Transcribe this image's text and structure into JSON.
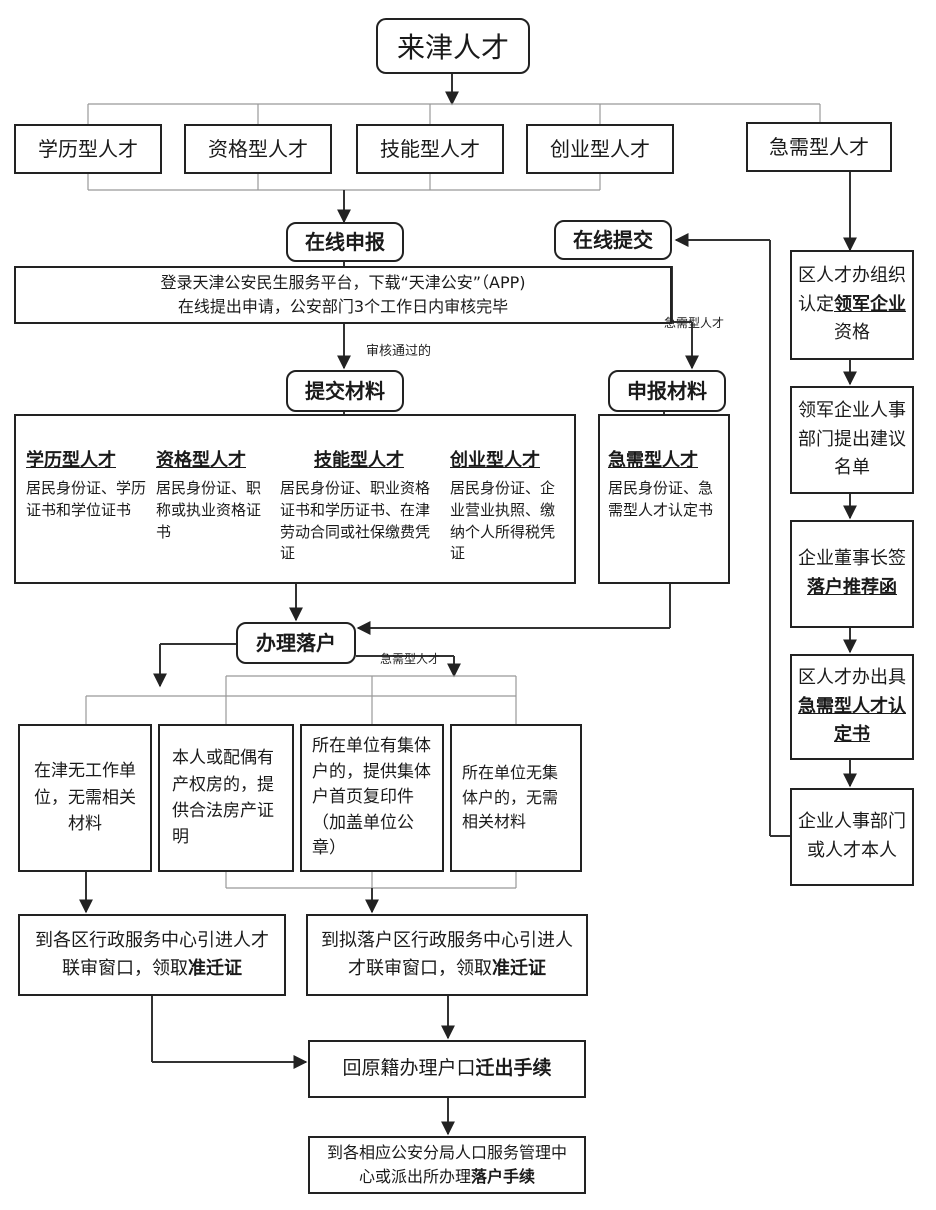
{
  "title": "来津人才",
  "categories": [
    "学历型人才",
    "资格型人才",
    "技能型人才",
    "创业型人才",
    "急需型人才"
  ],
  "online_apply": "在线申报",
  "online_submit": "在线提交",
  "login_text_1": "登录天津公安民生服务平台，下载“天津公安”（APP)",
  "login_text_2": "在线提出申请，公安部门3个工作日内审核完毕",
  "urgent_label": "急需型人才",
  "approved_label": "审核通过的",
  "submit_materials": "提交材料",
  "declare_materials": "申报材料",
  "materials": [
    {
      "head": "学历型人才",
      "text": "居民身份证、学历证书和学位证书"
    },
    {
      "head": "资格型人才",
      "text": "居民身份证、职称或执业资格证书"
    },
    {
      "head": "技能型人才",
      "text": "居民身份证、职业资格证书和学历证书、在津劳动合同或社保缴费凭证"
    },
    {
      "head": "创业型人才",
      "text": "居民身份证、企业营业执照、缴纳个人所得税凭证"
    }
  ],
  "urgent_material": {
    "head": "急需型人才",
    "text": "居民身份证、急需型人才认定书"
  },
  "settle": "办理落户",
  "settle_urgent_label": "急需型人才",
  "right_chain": [
    {
      "pre": "区人才办组织认定",
      "em": "领军企业",
      "post": "资格"
    },
    {
      "pre": "领军企业人事部门提出建议名单",
      "em": "",
      "post": ""
    },
    {
      "pre": "企业董事长签",
      "em": "落户推荐函",
      "post": ""
    },
    {
      "pre": "区人才办出具",
      "em": "急需型人才认定书",
      "post": ""
    },
    {
      "pre": "企业人事部门或人才本人",
      "em": "",
      "post": ""
    }
  ],
  "options": [
    "在津无工作单位，无需相关材料",
    "本人或配偶有产权房的，提供合法房产证明",
    "所在单位有集体户的，提供集体户首页复印件（加盖单位公章）",
    "所在单位无集体户的，无需相关材料"
  ],
  "center_left": {
    "pre": "到各区行政服务中心引进人才联审窗口，领取",
    "em": "准迁证"
  },
  "center_right": {
    "pre": "到拟落户区行政服务中心引进人才联审窗口，领取",
    "em": "准迁证"
  },
  "return_step": {
    "pre": "回原籍办理户口",
    "em": "迁出手续"
  },
  "final_step": {
    "pre": "到各相应公安分局人口服务管理中心或派出所办理",
    "em": "落户手续"
  }
}
